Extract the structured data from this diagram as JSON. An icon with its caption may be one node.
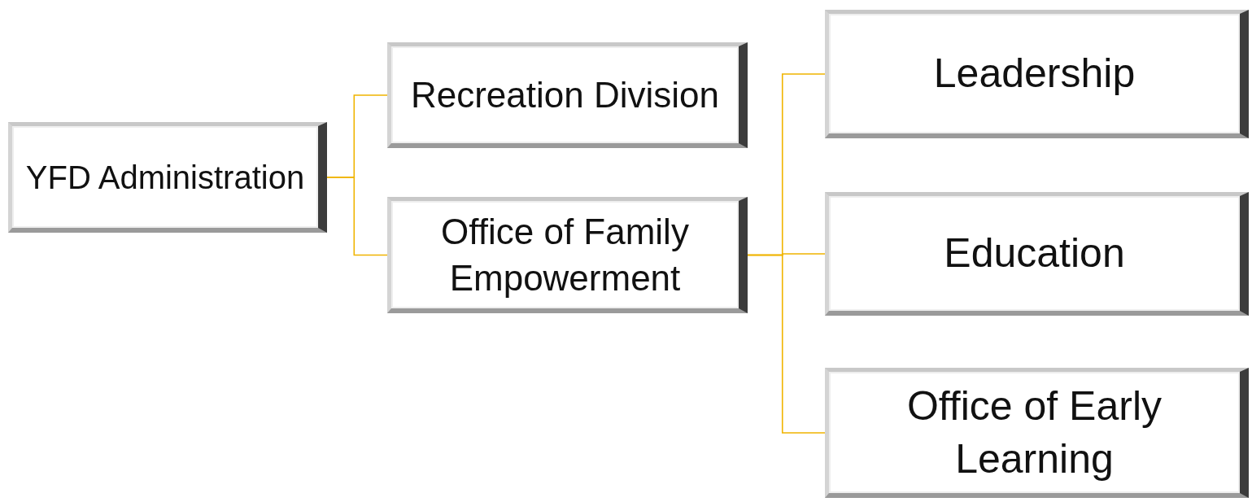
{
  "diagram": {
    "nodes": [
      {
        "text": [
          "YFD Administration"
        ]
      },
      {
        "text": [
          "Recreation Division"
        ]
      },
      {
        "text": [
          "Office of Family Empowerment"
        ]
      },
      {
        "text": [
          "Leadership"
        ]
      },
      {
        "text": [
          "Education"
        ]
      },
      {
        "text": [
          "Office of Early Learning"
        ]
      }
    ],
    "edges": [
      {
        "from": 0,
        "to": 1,
        "arrow": "none"
      },
      {
        "from": 0,
        "to": 2,
        "arrow": "none"
      },
      {
        "from": 2,
        "to": 3,
        "arrow": "none"
      },
      {
        "from": 2,
        "to": 4,
        "arrow": "none"
      },
      {
        "from": 2,
        "to": 5,
        "arrow": "none"
      }
    ]
  }
}
